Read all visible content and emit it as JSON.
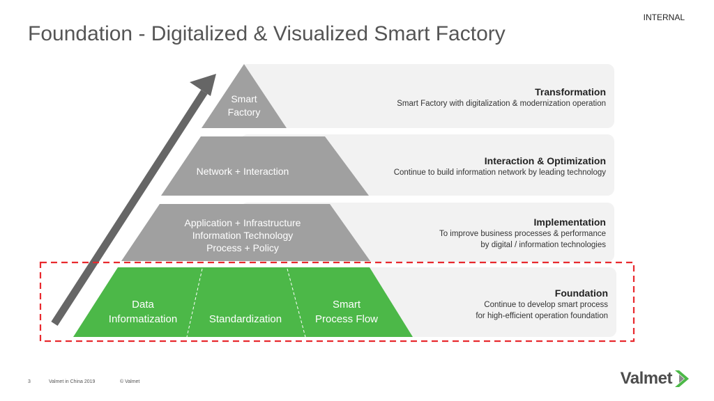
{
  "header": {
    "classification": "INTERNAL",
    "title": "Foundation - Digitalized & Visualized Smart Factory"
  },
  "pyramid": {
    "level1": {
      "line1": "Smart",
      "line2": "Factory"
    },
    "level2": {
      "label": "Network + Interaction"
    },
    "level3": {
      "line1": "Application + Infrastructure",
      "line2": "Information Technology",
      "line3": "Process + Policy"
    },
    "level4": {
      "segment1": {
        "line1": "Data",
        "line2": "Informatization"
      },
      "segment2": {
        "line1": "Standardization"
      },
      "segment3": {
        "line1": "Smart",
        "line2": "Process Flow"
      }
    }
  },
  "panels": [
    {
      "heading": "Transformation",
      "line1": "Smart Factory with digitalization & modernization operation",
      "line2": ""
    },
    {
      "heading": "Interaction & Optimization",
      "line1": "Continue to build information network by leading technology",
      "line2": ""
    },
    {
      "heading": "Implementation",
      "line1": "To improve business processes & performance",
      "line2": "by digital / information technologies"
    },
    {
      "heading": "Foundation",
      "line1": "Continue to develop smart process",
      "line2": "for high-efficient operation foundation"
    }
  ],
  "footer": {
    "page_number": "3",
    "event": "Valmet in China 2019",
    "copyright": "© Valmet"
  },
  "logo": {
    "text": "Valmet"
  },
  "colors": {
    "pyramid_gray": "#a0a0a0",
    "foundation_green": "#4cb848",
    "arrow": "#666666",
    "highlight_border": "#e8292e",
    "panel_bg": "#f2f2f2"
  }
}
